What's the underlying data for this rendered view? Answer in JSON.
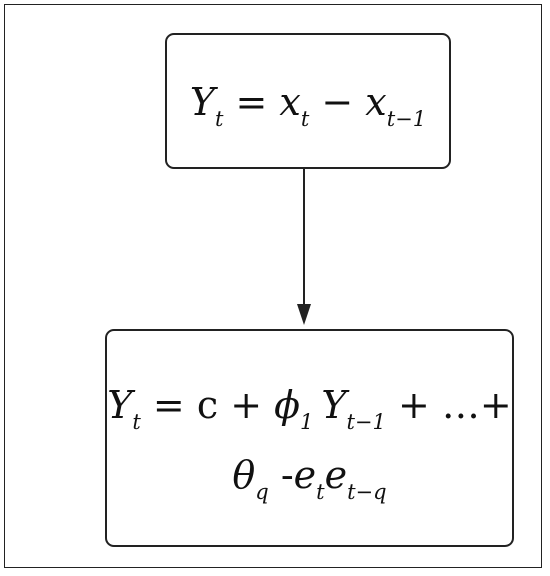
{
  "diagram": {
    "top_box": {
      "formula": "Yt = xt − xt−1",
      "Y": "Y",
      "t": "t",
      "eq": " = ",
      "x": "x",
      "minus": " − ",
      "t_minus_1": "t−1"
    },
    "bottom_box": {
      "formula_line_1": "Yt = c + ϕ1 Yt−1 + …+",
      "formula_line_2": "θq -et et−q",
      "Y": "Y",
      "t": "t",
      "eq": " = ",
      "c": "c",
      "plus": " + ",
      "phi": "ϕ",
      "one": "1",
      "t_minus_1": "t−1",
      "ellipsis_plus": " + …+",
      "theta": "θ",
      "q": "q",
      "dash": " -",
      "e": "e",
      "t_minus_q": "t−q"
    },
    "connector": {
      "from": "top_box",
      "to": "bottom_box",
      "style": "arrow"
    },
    "colors": {
      "stroke": "#222222",
      "text": "#111111",
      "background": "#ffffff"
    }
  }
}
